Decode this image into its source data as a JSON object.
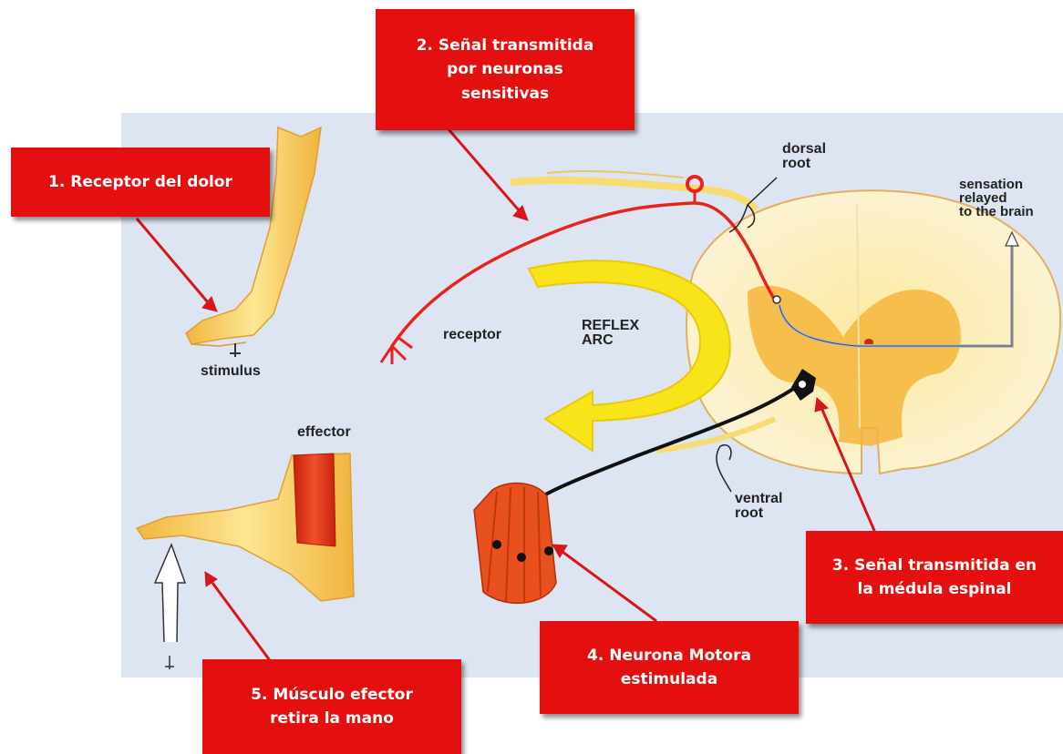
{
  "callouts": {
    "c1": "1. Receptor del dolor",
    "c2": [
      "2. Señal transmitida",
      "por neuronas",
      "sensitivas"
    ],
    "c3": [
      "3. Señal transmitida en",
      "la médula espinal"
    ],
    "c4": [
      "4. Neurona Motora",
      "estimulada"
    ],
    "c5": [
      "5. Músculo efector",
      "retira la mano"
    ]
  },
  "labels": {
    "stimulus": "stimulus",
    "receptor": "receptor",
    "reflex_arc": [
      "REFLEX",
      "ARC"
    ],
    "effector": "effector",
    "dorsal_root": [
      "dorsal",
      "root"
    ],
    "ventral_root": [
      "ventral",
      "root"
    ],
    "sensation": [
      "sensation",
      "relayed",
      "to the brain"
    ]
  },
  "colors": {
    "callout_bg": "#e4100f",
    "panel_bg": "#dde5f2",
    "arm": "#f9cf5e",
    "sensory_neuron": "#e8231f",
    "motor_neuron": "#111111",
    "reflex_arrow": "#f7e51a"
  }
}
